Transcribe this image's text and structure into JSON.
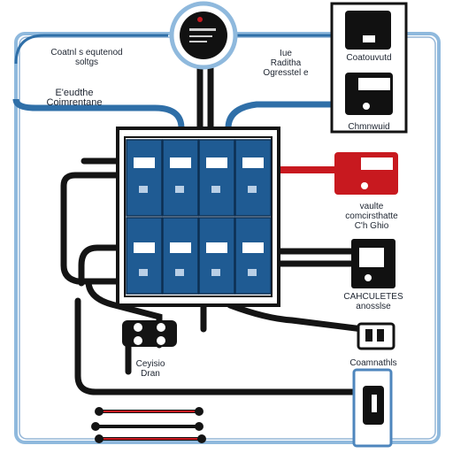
{
  "labels": {
    "top_left": "Coatnl s equtenod\nsoltgs",
    "mid_left": "E'eudthe\nCoimrentane",
    "top_center": "Iue\nRaditha\nOgresstel e",
    "right_top": "Coatouvutd",
    "right_upper": "Chmnwuid",
    "right_middle": "vaulte\ncomcirsthatte\nC'h Ghio",
    "right_lower": "CAHCULETES\nanosslse",
    "bottom_left": "Ceyisio\nDran",
    "bottom_right": "Coamnathls"
  },
  "colors": {
    "blue_pipe": "#2f6fa8",
    "light_blue_frame": "#8fb9dd",
    "panel_blue": "#1f5b93",
    "red_accent": "#c8191f",
    "cable_black": "#141414"
  },
  "icons": {
    "top_device": "circular-control-unit-icon",
    "breaker_cell": "circuit-breaker-icon",
    "red_unit": "red-switch-icon",
    "outlet": "outlet-icon"
  }
}
